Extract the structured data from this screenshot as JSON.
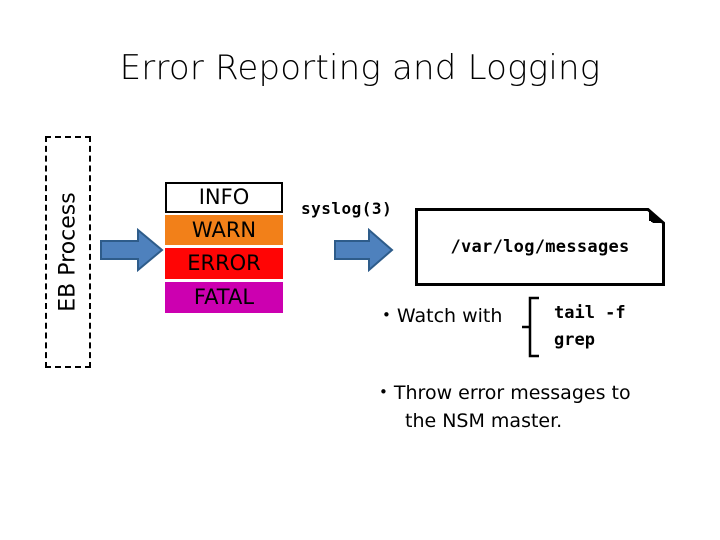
{
  "slide": {
    "title": "Error Reporting and Logging",
    "background_color": "#FFFFFF"
  },
  "process_box": {
    "label": "EB Process",
    "border_style": "dashed",
    "border_color": "#000000"
  },
  "arrows": {
    "fill_color": "#4E81BD",
    "stroke_color": "#2E5C8A",
    "first_label": "arrow-process-to-levels",
    "second_label": "arrow-levels-to-logfile"
  },
  "log_levels": [
    {
      "name": "INFO",
      "bg_color": "#FFFFFF",
      "text_color": "#000000",
      "bordered": true
    },
    {
      "name": "WARN",
      "bg_color": "#F28019",
      "text_color": "#000000",
      "bordered": false
    },
    {
      "name": "ERROR",
      "bg_color": "#FF0505",
      "text_color": "#000000",
      "bordered": false
    },
    {
      "name": "FATAL",
      "bg_color": "#CC00B0",
      "text_color": "#000000",
      "bordered": false
    }
  ],
  "syslog": {
    "label": "syslog(3)"
  },
  "logfile": {
    "path": "/var/log/messages"
  },
  "bullets": {
    "watch": {
      "marker": "•",
      "text": "Watch with",
      "commands": [
        "tail -f",
        "grep"
      ]
    },
    "throw": {
      "marker": "•",
      "line1": "Throw error messages to",
      "line2": "the NSM master."
    }
  }
}
